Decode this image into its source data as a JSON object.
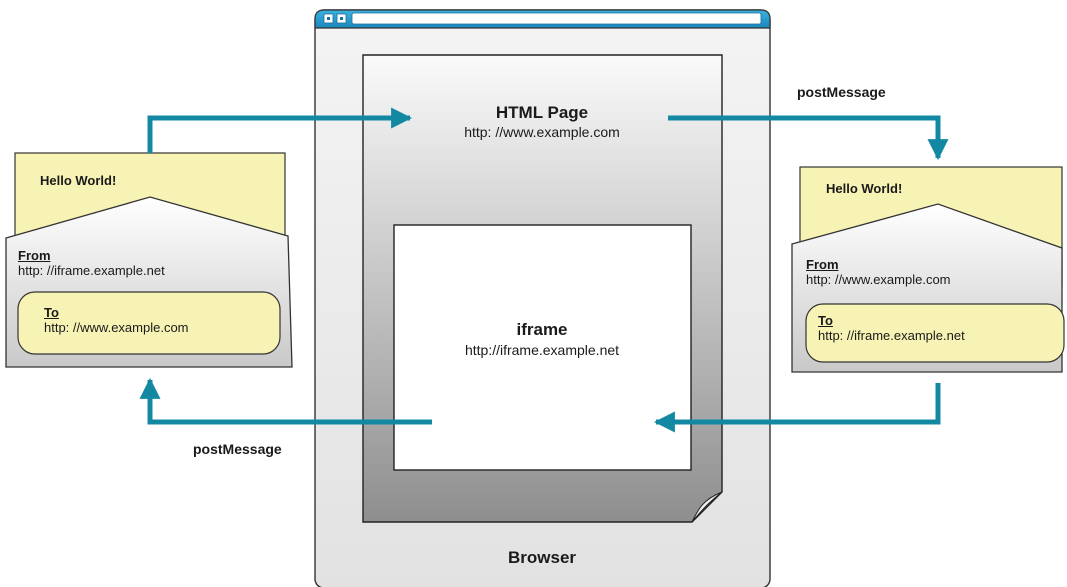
{
  "browser": {
    "label": "Browser",
    "page": {
      "title": "HTML Page",
      "url": "http: //www.example.com"
    },
    "iframe": {
      "title": "iframe",
      "url": "http://iframe.example.net"
    }
  },
  "left_envelope": {
    "letter_text": "Hello World!",
    "from_label": "From",
    "from_url": "http: //iframe.example.net",
    "to_label": "To",
    "to_url": "http: //www.example.com"
  },
  "right_envelope": {
    "letter_text": "Hello World!",
    "from_label": "From",
    "from_url": "http: //www.example.com",
    "to_label": "To",
    "to_url": "http: //iframe.example.net"
  },
  "arrows": {
    "top_label": "postMessage",
    "bottom_label": "postMessage"
  },
  "colors": {
    "arrow": "#1388a3",
    "letter": "#f7f3b5",
    "browser_frame": "#1f98c8"
  }
}
